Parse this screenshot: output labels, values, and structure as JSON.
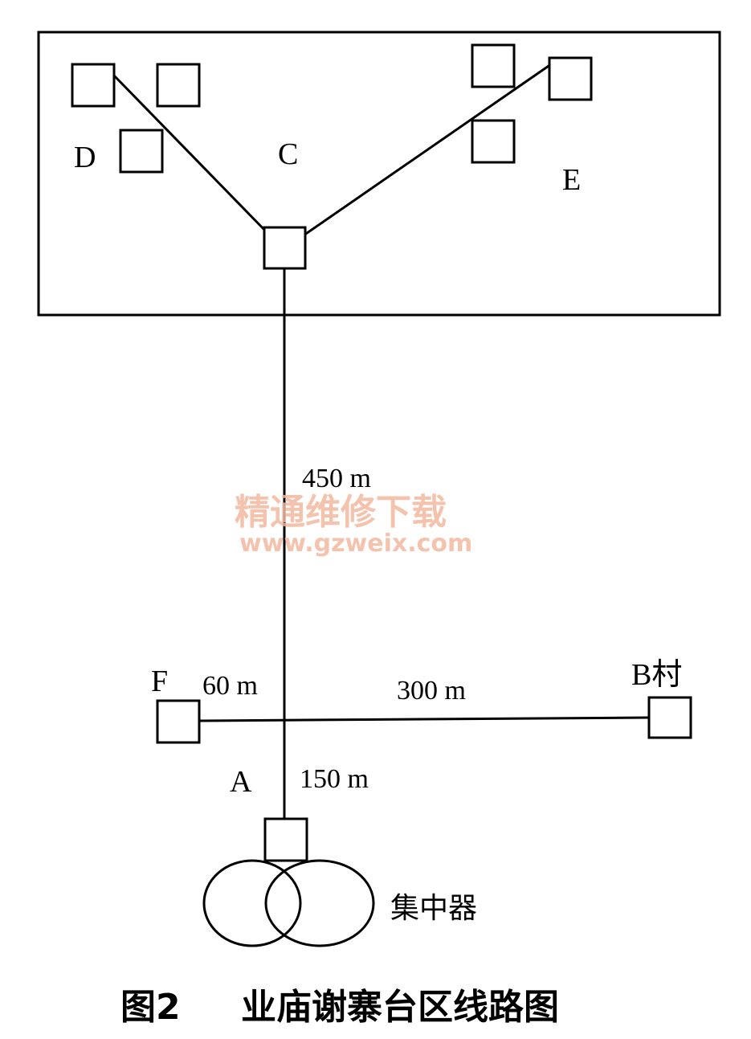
{
  "nodes": {
    "c": "C",
    "d": "D",
    "e": "E",
    "f": "F",
    "a": "A",
    "b": "B村"
  },
  "distances": {
    "c_to_a": "450 m",
    "f_segment": "60 m",
    "b_segment": "300 m",
    "a_segment": "150 m"
  },
  "concentrator_label": "集中器",
  "caption": {
    "figure_no": "图2",
    "title": "业庙谢寨台区线路图"
  },
  "watermark": {
    "text": "精通维修下载",
    "url": "www.gzweix.com"
  }
}
